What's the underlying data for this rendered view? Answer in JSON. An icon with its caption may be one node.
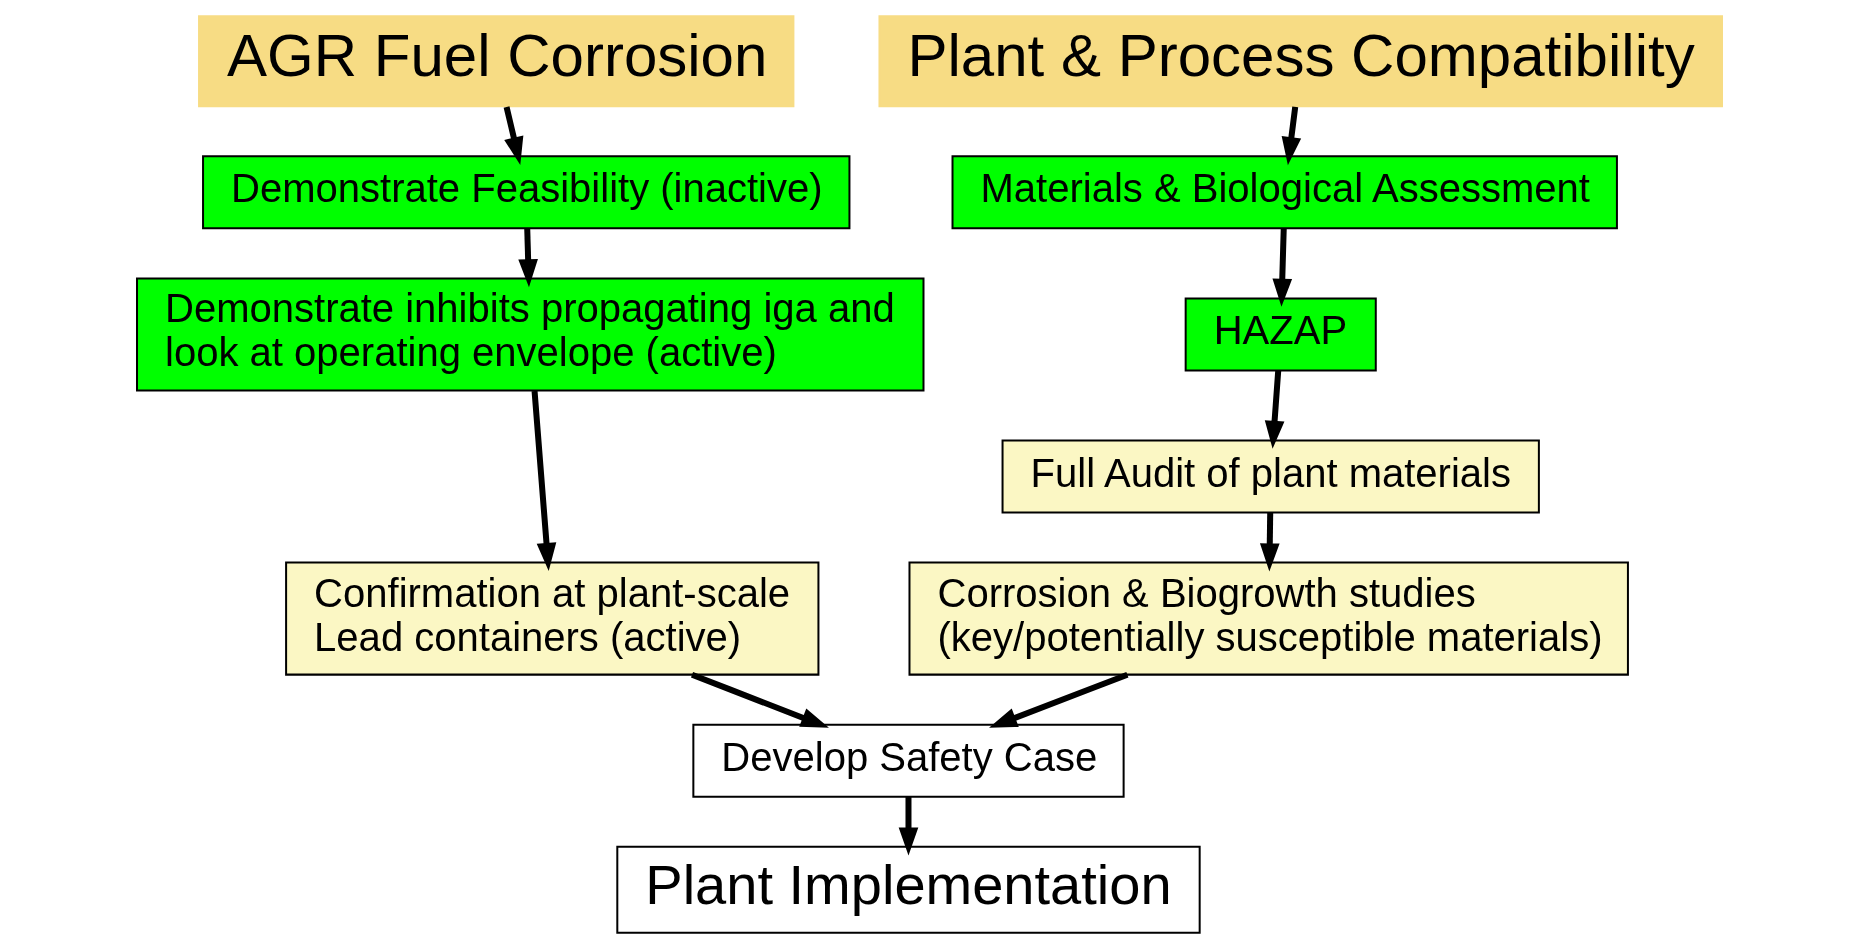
{
  "diagram": {
    "nodes": [
      {
        "text": [
          "AGR Fuel Corrosion"
        ]
      },
      {
        "text": [
          "Demonstrate Feasibility (inactive)"
        ]
      },
      {
        "text": [
          "Demonstrate inhibits propagating iga and look at operating envelope (active)"
        ]
      },
      {
        "text": [
          "Confirmation at plant-scale Lead containers (active)"
        ]
      },
      {
        "text": [
          "Plant & Process Compatibility"
        ]
      },
      {
        "text": [
          "Materials & Biological Assessment"
        ]
      },
      {
        "text": [
          "HAZAP"
        ]
      },
      {
        "text": [
          "Full Audit of plant materials"
        ]
      },
      {
        "text": [
          "Corrosion & Biogrowth studies",
          "(key/potentially susceptible materials)"
        ]
      },
      {
        "text": [
          "Develop Safety Case"
        ]
      },
      {
        "text": [
          "Plant Implementation"
        ]
      }
    ],
    "edges": [
      {
        "from": 0,
        "to": 1,
        "arrow": "to"
      },
      {
        "from": 1,
        "to": 2,
        "arrow": "to"
      },
      {
        "from": 2,
        "to": 3,
        "arrow": "to"
      },
      {
        "from": 3,
        "to": 9,
        "arrow": "to"
      },
      {
        "from": 4,
        "to": 5,
        "arrow": "to"
      },
      {
        "from": 5,
        "to": 6,
        "arrow": "to"
      },
      {
        "from": 6,
        "to": 7,
        "arrow": "to"
      },
      {
        "from": 7,
        "to": 8,
        "arrow": "to"
      },
      {
        "from": 8,
        "to": 9,
        "arrow": "to"
      },
      {
        "from": 9,
        "to": 10,
        "arrow": "to"
      }
    ]
  }
}
